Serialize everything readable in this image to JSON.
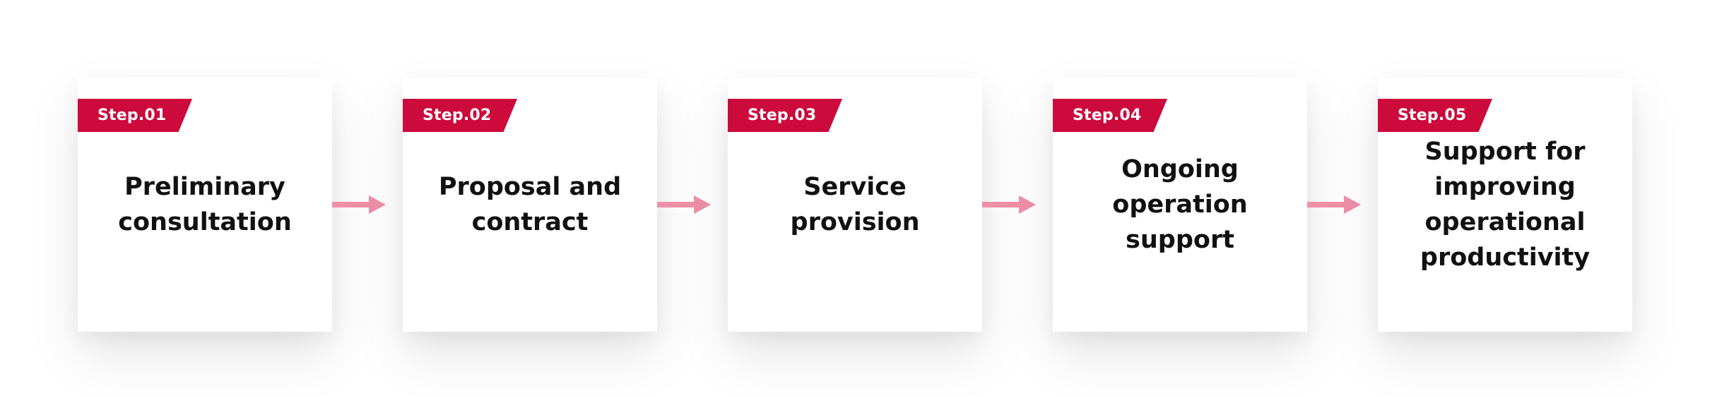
{
  "flow": {
    "steps": [
      {
        "tag": "Step.01",
        "title": "Preliminary consultation"
      },
      {
        "tag": "Step.02",
        "title": "Proposal and contract"
      },
      {
        "tag": "Step.03",
        "title": "Service provision"
      },
      {
        "tag": "Step.04",
        "title": "Ongoing operation support"
      },
      {
        "tag": "Step.05",
        "title": "Support for improving operational productivity"
      }
    ]
  },
  "colors": {
    "tag_background": "#cc0a3c",
    "arrow": "#ee8fa6",
    "card_background": "#ffffff",
    "text": "#111111"
  },
  "icons": {
    "connector": "arrow-right-icon"
  }
}
